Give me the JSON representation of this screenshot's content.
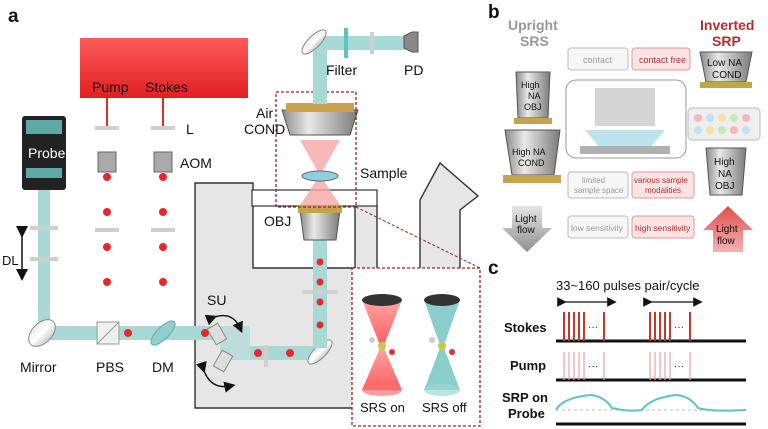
{
  "panels": {
    "a": "a",
    "b": "b",
    "c": "c"
  },
  "setup": {
    "pump": "Pump",
    "stokes": "Stokes",
    "probe": "Probe",
    "filter": "Filter",
    "pd": "PD",
    "air_cond_line1": "Air",
    "air_cond_line2": "COND",
    "l": "L",
    "aom": "AOM",
    "sample": "Sample",
    "obj": "OBJ",
    "dl": "DL",
    "su": "SU",
    "mirror": "Mirror",
    "pbs": "PBS",
    "dm": "DM",
    "srs_on": "SRS on",
    "srs_off": "SRS off"
  },
  "comparison": {
    "upright_line1": "Upright",
    "upright_line2": "SRS",
    "inverted_line1": "Inverted",
    "inverted_line2": "SRP",
    "contact": "contact",
    "contact_free": "contact free",
    "low_na_cond_line1": "Low NA",
    "low_na_cond_line2": "COND",
    "high_na_obj_top": [
      "High",
      "NA",
      "OBJ"
    ],
    "high_na_cond": [
      "High NA",
      "COND"
    ],
    "high_na_obj_right": [
      "High",
      "NA",
      "OBJ"
    ],
    "limited_sample_space": [
      "limited",
      "sample space"
    ],
    "various_sample_modalities": [
      "various sample",
      "modalities"
    ],
    "low_sensitivity": "low sensitivity",
    "high_sensitivity": "high sensitivity",
    "light_flow_left": [
      "Light",
      "flow"
    ],
    "light_flow_right": [
      "Light",
      "flow"
    ]
  },
  "timing": {
    "pulses_label": "33~160 pulses pair/cycle",
    "stokes": "Stokes",
    "pump": "Pump",
    "srp_line1": "SRP on",
    "srp_line2": "Probe",
    "ellipsis": "···"
  },
  "colors": {
    "laser_red": "#e8282a",
    "beam_teal": "#a9d9d6",
    "highlight_red": "#c0392b",
    "signal_teal": "#5cc3c8"
  }
}
